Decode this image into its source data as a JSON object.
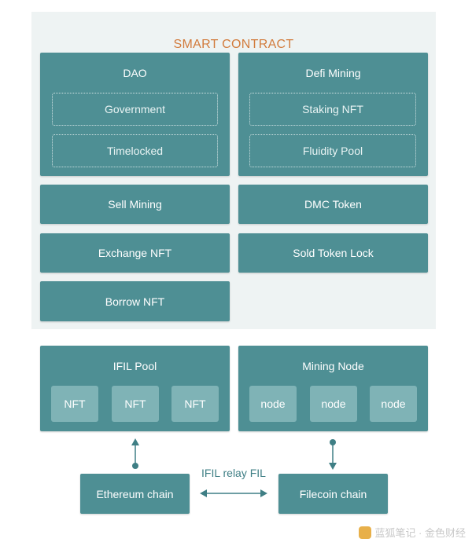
{
  "smart_contract": {
    "title": "SMART CONTRACT",
    "dao": {
      "title": "DAO",
      "items": [
        "Government",
        "Timelocked"
      ]
    },
    "defi": {
      "title": "Defi Mining",
      "items": [
        "Staking NFT",
        "Fluidity Pool"
      ]
    },
    "sell_mining": "Sell Mining",
    "dmc_token": "DMC Token",
    "exchange_nft": "Exchange NFT",
    "sold_token_lock": "Sold Token Lock",
    "borrow_nft": "Borrow NFT"
  },
  "ifil_pool": {
    "title": "IFIL Pool",
    "items": [
      "NFT",
      "NFT",
      "NFT"
    ]
  },
  "mining_node": {
    "title": "Mining Node",
    "items": [
      "node",
      "node",
      "node"
    ]
  },
  "chains": {
    "ethereum": "Ethereum chain",
    "filecoin": "Filecoin chain",
    "relay_label": "IFIL relay FIL"
  },
  "watermark": {
    "text": "蓝狐笔记 · 金色财经"
  },
  "colors": {
    "box": "#4e8f94",
    "chip": "#7fb3b6",
    "panel": "#eef3f3",
    "title": "#d27b3c",
    "arrow": "#3f7f85"
  }
}
